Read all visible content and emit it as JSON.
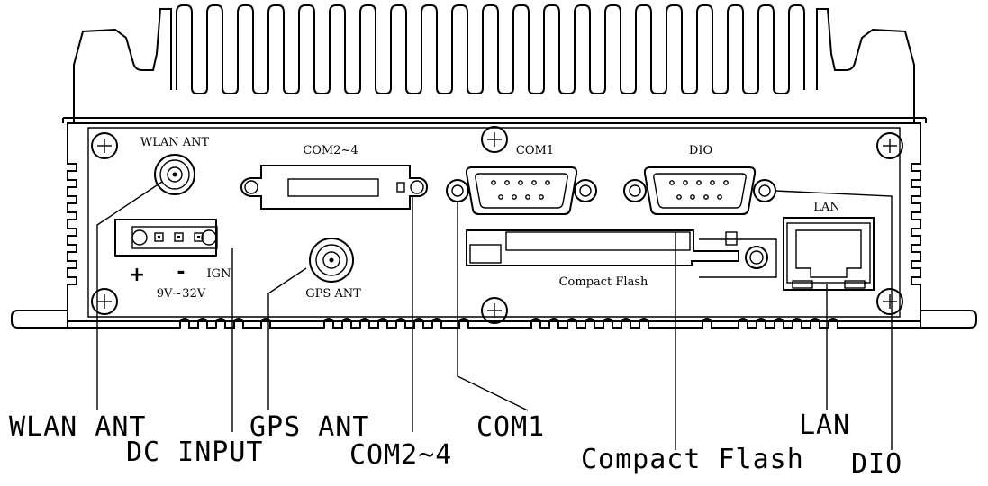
{
  "panel_labels": {
    "wlan_ant": "WLAN ANT",
    "com2_4": "COM2~4",
    "com1": "COM1",
    "dio": "DIO",
    "lan": "LAN",
    "plus": "+",
    "minus": "-",
    "ign": "IGN",
    "voltage": "9V~32V",
    "gps_ant": "GPS ANT",
    "compact_flash": "Compact Flash"
  },
  "callouts": {
    "wlan_ant": "WLAN ANT",
    "dc_input": "DC INPUT",
    "gps_ant": "GPS ANT",
    "com2_4": "COM2~4",
    "com1": "COM1",
    "compact_flash": "Compact Flash",
    "lan": "LAN",
    "dio": "DIO"
  }
}
